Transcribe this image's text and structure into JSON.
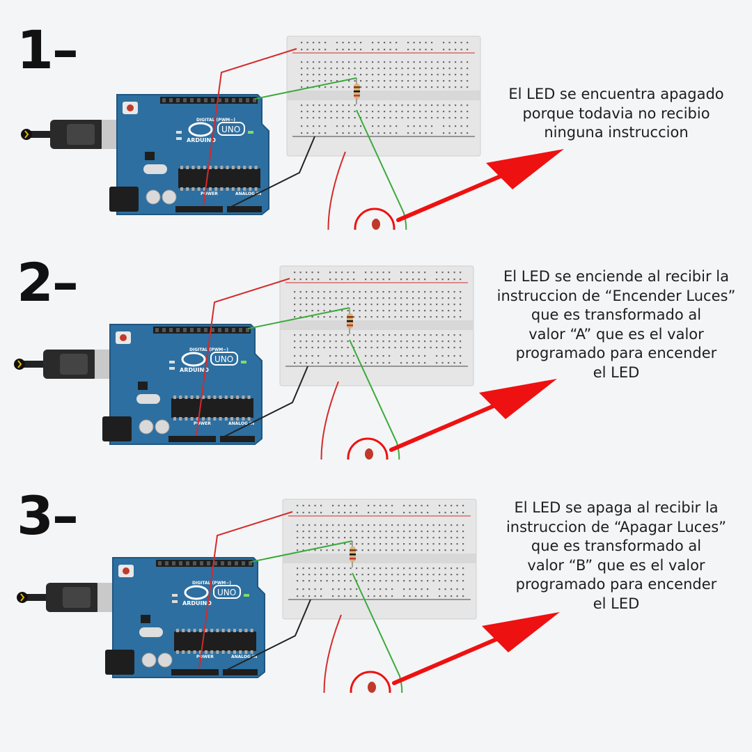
{
  "steps": [
    {
      "number": "1–",
      "caption_lines": [
        "El LED se encuentra apagado",
        "porque todavia no recibio",
        "ninguna instruccion"
      ]
    },
    {
      "number": "2–",
      "caption_lines": [
        "El LED se enciende al recibir la",
        "instruccion de “Encender Luces”",
        "que es transformado al",
        "valor “A” que es el valor",
        "programado para encender",
        "el LED"
      ]
    },
    {
      "number": "3–",
      "caption_lines": [
        "El LED se apaga al recibir la",
        "instruccion de “Apagar Luces”",
        "que es transformado al",
        "valor “B” que es el valor",
        "programado para encender",
        "el LED"
      ]
    }
  ],
  "arduino": {
    "brand": "ARDUINO",
    "model": "UNO",
    "digital_label": "DIGITAL (PWM~)",
    "power_label": "POWER",
    "analog_label": "ANALOG IN"
  },
  "colors": {
    "board": "#2d6fa0",
    "wire_red": "#d42a2a",
    "wire_green": "#3aaa3a",
    "wire_black": "#222222",
    "arrow": "#ee1111",
    "led": "#c0392b"
  }
}
